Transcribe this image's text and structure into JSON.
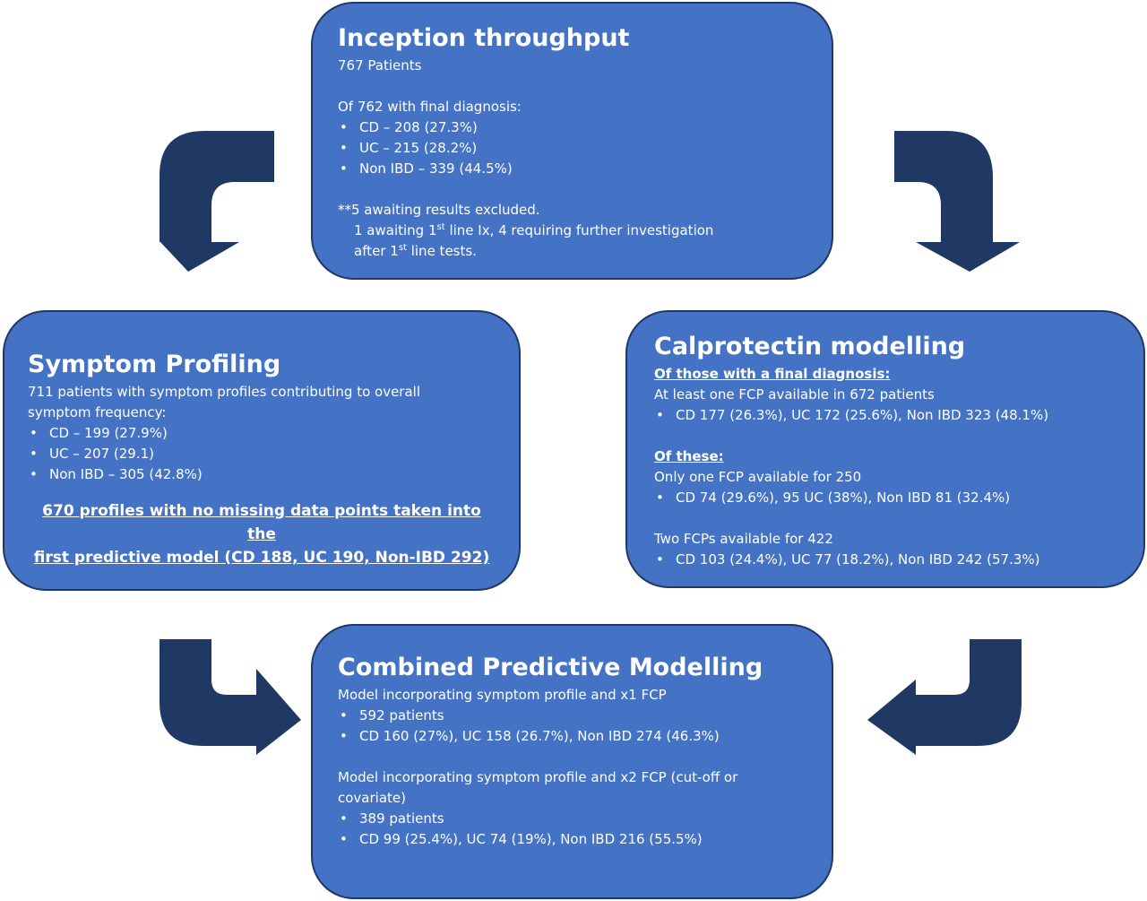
{
  "colors": {
    "box_fill": "#4472c4",
    "box_border": "#203864",
    "arrow_fill": "#203864",
    "text": "#ffffff"
  },
  "inception": {
    "title": "Inception throughput",
    "patients": "767 Patients",
    "final_dx_intro": "Of 762 with final diagnosis:",
    "bullets": [
      "CD – 208 (27.3%)",
      "UC – 215 (28.2%)",
      "Non IBD – 339 (44.5%)"
    ],
    "note_title": "**5 awaiting results excluded.",
    "note_line1_pre": "1 awaiting 1",
    "note_line1_sup": "st",
    "note_line1_post": " line Ix, 4 requiring further investigation",
    "note_line2_pre": "after 1",
    "note_line2_sup": "st",
    "note_line2_post": " line tests."
  },
  "symptom": {
    "title": "Symptom Profiling",
    "intro_line1": "711 patients with symptom profiles contributing to overall",
    "intro_line2": "symptom frequency:",
    "bullets": [
      "CD – 199 (27.9%)",
      "UC – 207 (29.1)",
      "Non IBD – 305 (42.8%)"
    ],
    "highlight_line1": "670 profiles with no missing data points taken into the",
    "highlight_line2": "first predictive model (CD 188, UC 190, Non-IBD 292)"
  },
  "calprotectin": {
    "title": "Calprotectin modelling",
    "sub1": "Of those with a final diagnosis:",
    "line1": "At least one FCP available in 672 patients",
    "bullets1": [
      "CD  177 (26.3%), UC 172 (25.6%), Non IBD 323 (48.1%)"
    ],
    "sub2": "Of these:",
    "line2": "Only one FCP available for 250",
    "bullets2": [
      "CD 74 (29.6%), 95 UC (38%), Non IBD 81 (32.4%)"
    ],
    "line3": "Two FCPs available for 422",
    "bullets3": [
      "CD 103 (24.4%), UC 77 (18.2%), Non IBD 242 (57.3%)"
    ]
  },
  "combined": {
    "title": "Combined Predictive Modelling",
    "model1": "Model incorporating symptom profile and x1 FCP",
    "bullets1": [
      "592 patients",
      "CD 160 (27%), UC 158 (26.7%), Non IBD 274 (46.3%)"
    ],
    "model2_line1": "Model incorporating symptom profile and x2 FCP (cut-off or",
    "model2_line2": "covariate)",
    "bullets2": [
      "389 patients",
      "CD 99 (25.4%), UC 74 (19%), Non IBD 216 (55.5%)"
    ]
  }
}
